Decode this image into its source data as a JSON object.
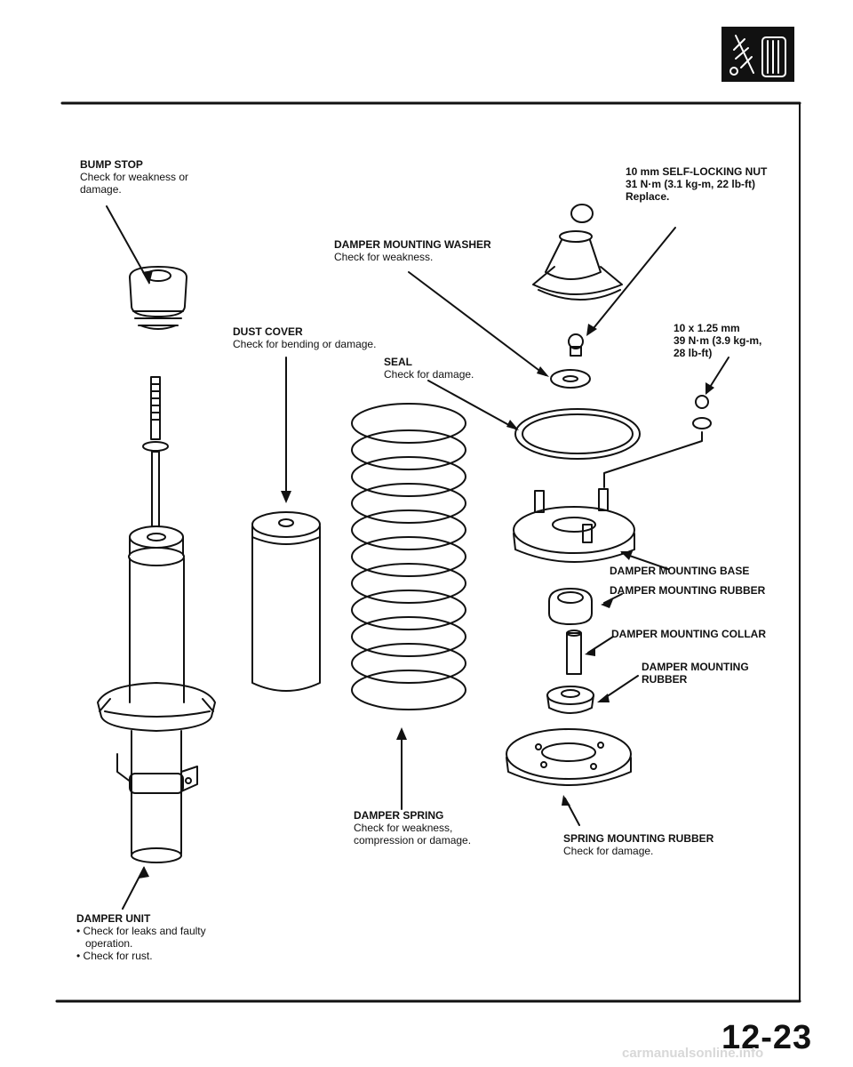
{
  "labels": {
    "bump_stop": {
      "title": "BUMP STOP",
      "lines": [
        "Check for weakness or",
        "damage."
      ]
    },
    "self_locking_nut": {
      "title": "10 mm SELF-LOCKING NUT",
      "lines": [
        "31 N·m (3.1 kg-m, 22 lb-ft)",
        "Replace."
      ]
    },
    "mounting_washer": {
      "title": "DAMPER MOUNTING WASHER",
      "lines": [
        "Check for weakness."
      ]
    },
    "dust_cover": {
      "title": "DUST COVER",
      "lines": [
        "Check for bending or damage."
      ]
    },
    "nut_spec": {
      "lines": [
        "10 x 1.25 mm",
        "39 N·m (3.9 kg-m,",
        "28 lb-ft)"
      ]
    },
    "seal": {
      "title": "SEAL",
      "lines": [
        "Check for damage."
      ]
    },
    "mounting_base": {
      "title": "DAMPER MOUNTING BASE"
    },
    "mounting_rubber_upper": {
      "title": "DAMPER MOUNTING RUBBER"
    },
    "mounting_collar": {
      "title": "DAMPER MOUNTING COLLAR"
    },
    "mounting_rubber_lower": {
      "lines": [
        "DAMPER MOUNTING",
        "RUBBER"
      ]
    },
    "damper_spring": {
      "title": "DAMPER SPRING",
      "lines": [
        "Check for weakness,",
        "compression or damage."
      ]
    },
    "spring_mounting_rubber": {
      "title": "SPRING MOUNTING RUBBER",
      "lines": [
        "Check for damage."
      ]
    },
    "damper_unit": {
      "title": "DAMPER UNIT",
      "bullets": [
        "Check for leaks and faulty",
        "operation.",
        "Check for rust."
      ]
    }
  },
  "page_number": "12-23",
  "watermark": "carmanualsonline.info",
  "colors": {
    "ink": "#111111",
    "paper": "#ffffff",
    "tab": "#111111"
  },
  "icons": {
    "section_tab": "shock-absorber-icon"
  }
}
